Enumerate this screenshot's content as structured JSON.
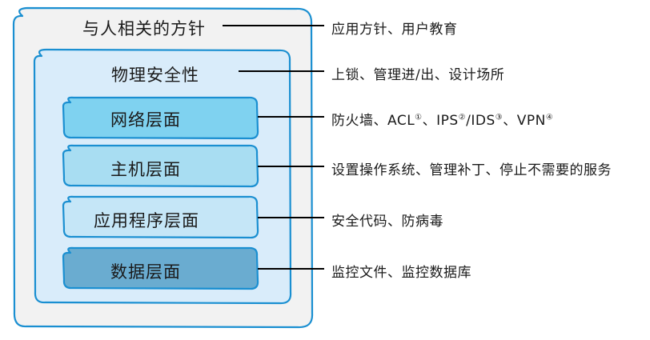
{
  "diagram": {
    "title": "",
    "type": "nested-layered-security-diagram",
    "colors": {
      "outer_fill": "#f2f2f2",
      "outer_stroke": "#1a8fd1",
      "physical_fill": "#d9ecfa",
      "physical_stroke": "#1a8fd1",
      "network_fill": "#7fd2f0",
      "host_fill": "#a8ddf2",
      "app_fill": "#c5e6f7",
      "data_fill": "#6aacd0",
      "inner_stroke": "#1a8fd1",
      "connector": "#000000",
      "text": "#1a1a1a"
    },
    "layers": [
      {
        "id": "people",
        "label": "与人相关的方针",
        "note": "应用方针、用户教育"
      },
      {
        "id": "physical",
        "label": "物理安全性",
        "note": "上锁、管理进/出、设计场所"
      },
      {
        "id": "network",
        "label": "网络层面",
        "note_parts": [
          {
            "text": "防火墙、ACL",
            "sup": "①"
          },
          {
            "text": "、IPS",
            "sup": "②"
          },
          {
            "text": "/IDS",
            "sup": "③"
          },
          {
            "text": "、VPN",
            "sup": "④"
          }
        ],
        "note": "防火墙、ACL①、IPS②/IDS③、VPN④"
      },
      {
        "id": "host",
        "label": "主机层面",
        "note": "设置操作系统、管理补丁、停止不需要的服务"
      },
      {
        "id": "application",
        "label": "应用程序层面",
        "note": "安全代码、防病毒"
      },
      {
        "id": "data",
        "label": "数据层面",
        "note": "监控文件、监控数据库"
      }
    ]
  }
}
